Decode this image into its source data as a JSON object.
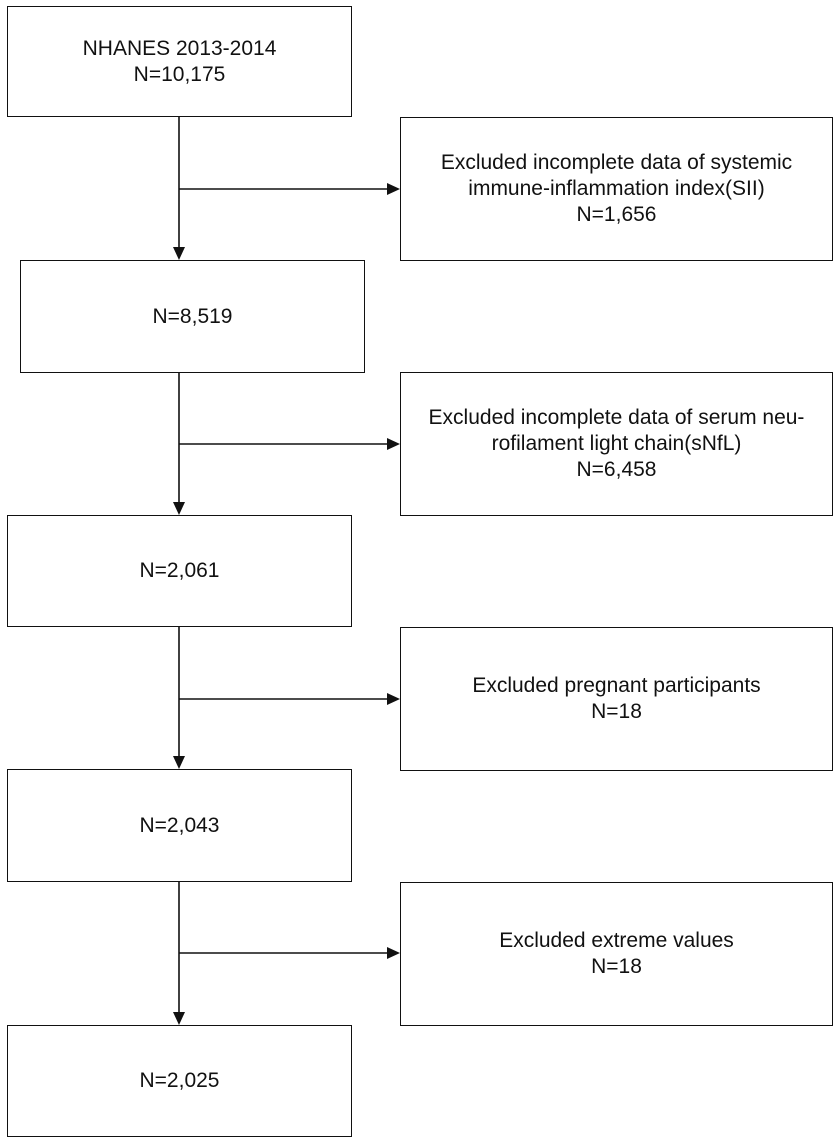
{
  "flowchart": {
    "main_steps": [
      {
        "id": "step-1",
        "lines": [
          "NHANES 2013-2014",
          "N=10,175"
        ]
      },
      {
        "id": "step-2",
        "lines": [
          "N=8,519"
        ]
      },
      {
        "id": "step-3",
        "lines": [
          "N=2,061"
        ]
      },
      {
        "id": "step-4",
        "lines": [
          "N=2,043"
        ]
      },
      {
        "id": "step-5",
        "lines": [
          "N=2,025"
        ]
      }
    ],
    "exclusions": [
      {
        "id": "exclusion-1",
        "lines": [
          "Excluded incomplete data of systemic",
          "immune-inflammation index(SII)",
          "N=1,656"
        ]
      },
      {
        "id": "exclusion-2",
        "lines": [
          "Excluded incomplete data of serum neu-",
          "rofilament light chain(sNfL)",
          "N=6,458"
        ]
      },
      {
        "id": "exclusion-3",
        "lines": [
          "Excluded pregnant participants",
          "N=18"
        ]
      },
      {
        "id": "exclusion-4",
        "lines": [
          "Excluded extreme values",
          "N=18"
        ]
      }
    ]
  }
}
